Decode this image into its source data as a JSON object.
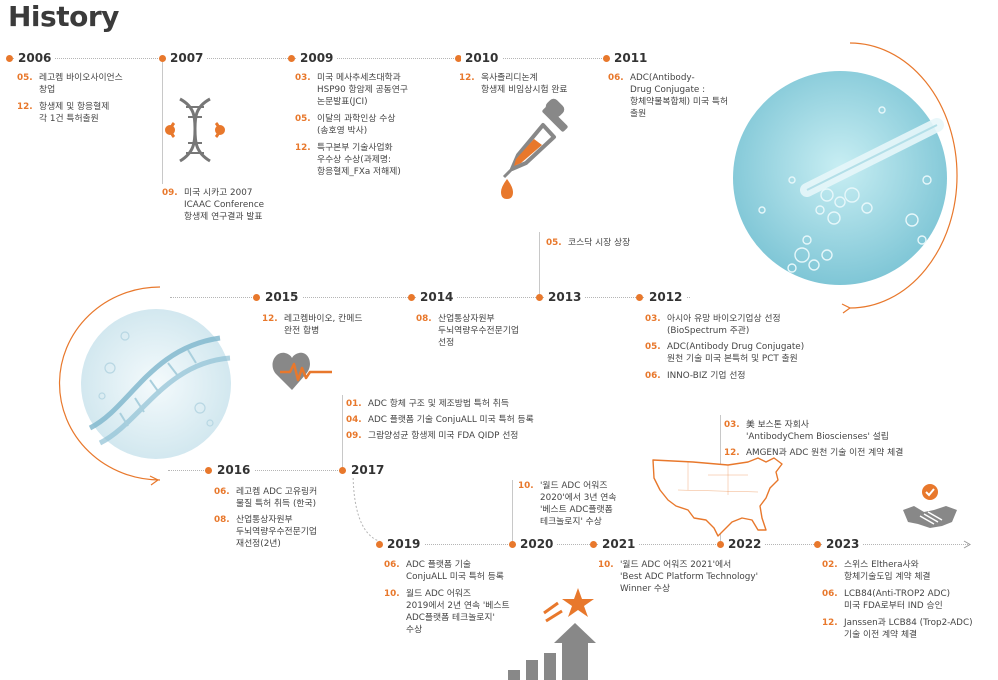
{
  "title": "History",
  "years": [
    "2006",
    "2007",
    "2009",
    "2010",
    "2011",
    "2015",
    "2014",
    "2013",
    "2012",
    "2016",
    "2017",
    "2019",
    "2020",
    "2021",
    "2022",
    "2023"
  ],
  "events": {
    "e2006a": {
      "m": "05.",
      "t": "레고켐 바이오사이언스\n창업"
    },
    "e2006b": {
      "m": "12.",
      "t": "항생제 및 항응혈제\n각 1건 특허출원"
    },
    "e2007": {
      "m": "09.",
      "t": "미국 시카고 2007\nICAAC Conference\n항생제 연구결과 발표"
    },
    "e2009a": {
      "m": "03.",
      "t": "미국 메사추세츠대학과\nHSP90 항암제 공동연구\n논문발표(JCI)"
    },
    "e2009b": {
      "m": "05.",
      "t": "이달의 과학인상 수상\n(송호영 박사)"
    },
    "e2009c": {
      "m": "12.",
      "t": "특구본부 기술사업화\n우수상 수상(과제명:\n항응혈제_FXa 저해제)"
    },
    "e2010": {
      "m": "12.",
      "t": "옥사졸리디논계\n항생제 비임상시험 완료"
    },
    "e2011": {
      "m": "06.",
      "t": "ADC(Antibody-\nDrug Conjugate :\n항체약물복합체) 미국 특허\n출원"
    },
    "e2013": {
      "m": "05.",
      "t": "코스닥 시장 상장"
    },
    "e2015": {
      "m": "12.",
      "t": "레고켐바이오, 칸메드\n완전 합병"
    },
    "e2014": {
      "m": "08.",
      "t": "산업통상자원부\n두뇌역량우수전문기업\n선정"
    },
    "e2012a": {
      "m": "03.",
      "t": "아시아 유망 바이오기업상 선정\n(BioSpectrum 주관)"
    },
    "e2012b": {
      "m": "05.",
      "t": "ADC(Antibody Drug Conjugate)\n원천 기술 미국 본특허 및 PCT 출원"
    },
    "e2012c": {
      "m": "06.",
      "t": "INNO-BIZ 기업 선정"
    },
    "e2017a": {
      "m": "01.",
      "t": "ADC 항체 구조 및 제조방법 특허 취득"
    },
    "e2017b": {
      "m": "04.",
      "t": "ADC 플랫폼 기술 ConjuALL 미국 특허 등록"
    },
    "e2017c": {
      "m": "09.",
      "t": "그람양성균 항생제 미국 FDA QIDP 선정"
    },
    "e2016a": {
      "m": "06.",
      "t": "레고켐 ADC 고유링커\n물질 특허 취득 (한국)"
    },
    "e2016b": {
      "m": "08.",
      "t": "산업통상자원부\n두뇌역량우수전문기업\n재선정(2년)"
    },
    "e2022a": {
      "m": "03.",
      "t": "美 보스톤 자회사\n'AntibodyChem Bioscienses' 설립"
    },
    "e2022b": {
      "m": "12.",
      "t": "AMGEN과 ADC 원천 기술 이전 계약 체결"
    },
    "e2020": {
      "m": "10.",
      "t": "'월드 ADC 어워즈\n2020'에서 3년 연속\n'베스트 ADC플랫폼\n테크놀로지' 수상"
    },
    "e2019a": {
      "m": "06.",
      "t": "ADC 플랫폼 기술\nConjuALL 미국 특허 등록"
    },
    "e2019b": {
      "m": "10.",
      "t": "월드 ADC 어워즈\n2019에서 2년 연속 '베스트\nADC플랫폼 테크놀로지'\n수상"
    },
    "e2021": {
      "m": "10.",
      "t": "'월드 ADC 어워즈 2021'에서\n'Best ADC Platform Technology'\nWinner 수상"
    },
    "e2023a": {
      "m": "02.",
      "t": "스위스 Elthera사와\n항체기술도입 계약 체결"
    },
    "e2023b": {
      "m": "06.",
      "t": "LCB84(Anti-TROP2 ADC)\n미국 FDA로부터 IND 승인"
    },
    "e2023c": {
      "m": "12.",
      "t": "Janssen과 LCB84 (Trop2-ADC)\n기술 이전 계약 체결"
    }
  },
  "colors": {
    "accent": "#e8782c",
    "photo": "#9ed7e3",
    "text": "#444444"
  },
  "icons": [
    "dna-icon",
    "dropper-icon",
    "heart-pulse-icon",
    "usa-map-icon",
    "handshake-icon",
    "growth-chart-star-icon",
    "lab-pipette-photo",
    "dna-photo"
  ]
}
